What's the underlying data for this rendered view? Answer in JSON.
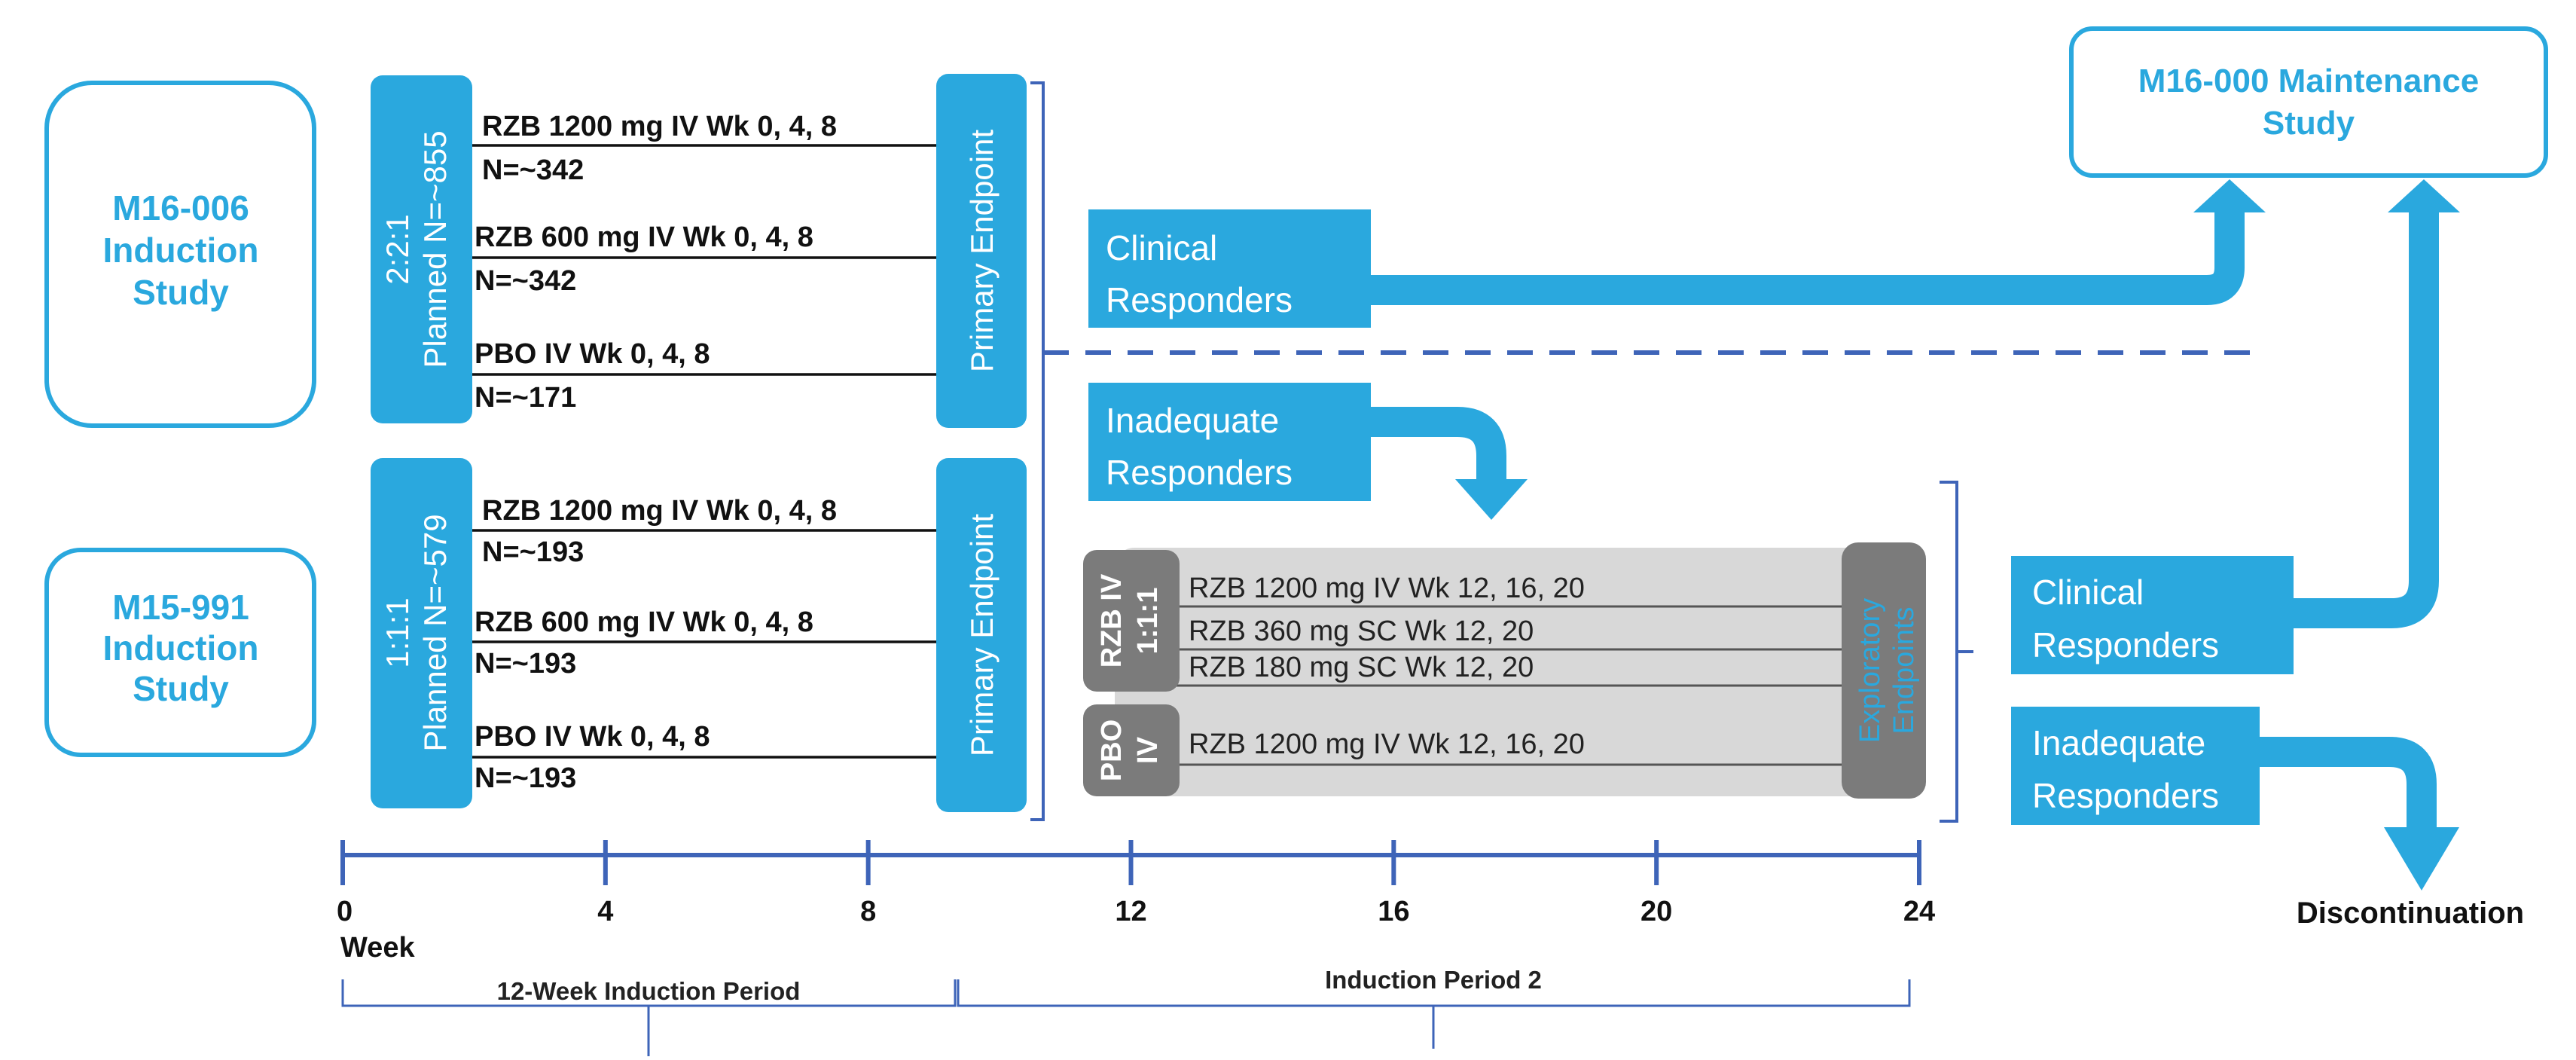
{
  "studies": {
    "m16_006": [
      "M16-006",
      "Induction",
      "Study"
    ],
    "m15_991": [
      "M15-991",
      "Induction",
      "Study"
    ],
    "maintenance": [
      "M16-000 Maintenance",
      "Study"
    ]
  },
  "randomization": {
    "study1": {
      "ratio": "2:2:1",
      "planned": "Planned N=~855"
    },
    "study2": {
      "ratio": "1:1:1",
      "planned": "Planned N=~579"
    }
  },
  "arms": {
    "study1": [
      {
        "dose": "RZB 1200 mg IV Wk 0, 4, 8",
        "n": "N=~342"
      },
      {
        "dose": "RZB 600 mg IV  Wk 0, 4, 8",
        "n": "N=~342"
      },
      {
        "dose": "PBO IV Wk 0, 4, 8",
        "n": "N=~171"
      }
    ],
    "study2": [
      {
        "dose": "RZB 1200 mg IV Wk 0, 4, 8",
        "n": "N=~193"
      },
      {
        "dose": "RZB 600 mg IV  Wk 0, 4, 8",
        "n": "N=~193"
      },
      {
        "dose": "PBO IV Wk 0, 4, 8",
        "n": "N=~193"
      }
    ]
  },
  "endpoints": {
    "primary": "Primary Endpoint",
    "exploratory": [
      "Exploratory",
      "Endpoints"
    ]
  },
  "responders": {
    "clinical_1": [
      "Clinical",
      "Responders"
    ],
    "inadequate_1": [
      "Inadequate",
      "Responders"
    ],
    "clinical_2": [
      "Clinical",
      "Responders"
    ],
    "inadequate_2": [
      "Inadequate",
      "Responders"
    ]
  },
  "period2": {
    "rzb_group": [
      "RZB IV",
      "1:1:1"
    ],
    "pbo_group": [
      "PBO",
      "IV"
    ],
    "rzb_arms": [
      "RZB 1200 mg IV Wk 12, 16, 20",
      "RZB 360 mg SC Wk 12, 20",
      "RZB 180 mg SC Wk 12, 20"
    ],
    "pbo_arm": "RZB 1200 mg IV Wk 12, 16, 20"
  },
  "discontinuation": "Discontinuation",
  "timeline": {
    "ticks": [
      "0",
      "4",
      "8",
      "12",
      "16",
      "20",
      "24"
    ],
    "unit": "Week",
    "period1": "12-Week Induction Period",
    "period2": "Induction Period 2"
  },
  "colors": {
    "blue": "#2aa8de",
    "navy": "#3e64b8",
    "gray_box": "#7b7b7b",
    "gray_band": "#d8d8d8"
  }
}
